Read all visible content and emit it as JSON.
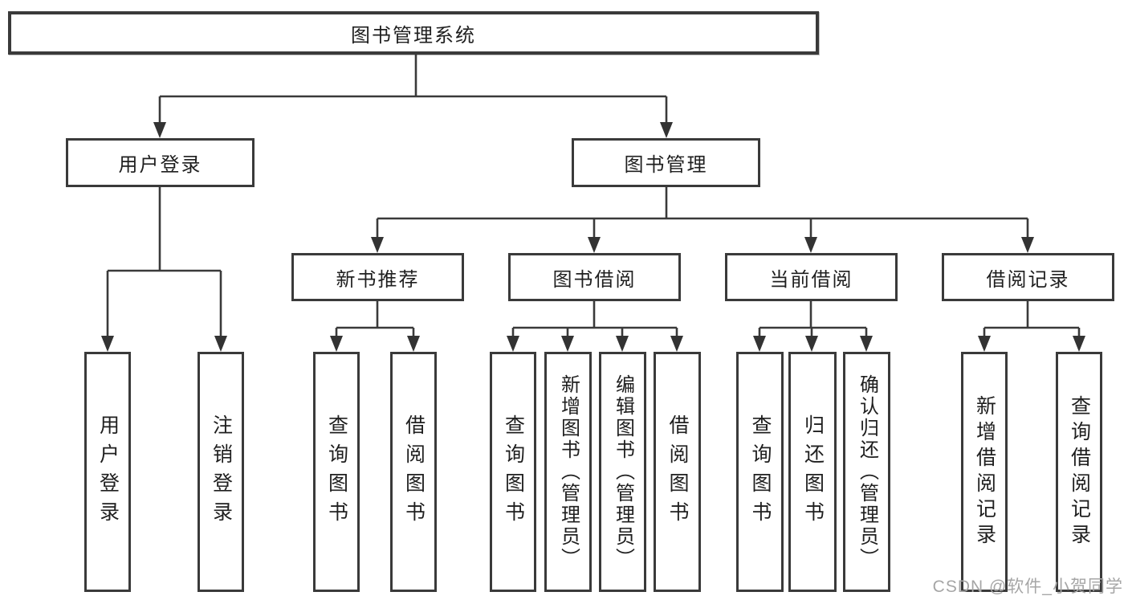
{
  "diagram": {
    "root": "图书管理系统",
    "user_login": {
      "label": "用户登录",
      "children": [
        "用户登录",
        "注销登录"
      ]
    },
    "book_management": {
      "label": "图书管理",
      "sections": [
        {
          "label": "新书推荐",
          "children": [
            "查询图书",
            "借阅图书"
          ]
        },
        {
          "label": "图书借阅",
          "children": [
            "查询图书",
            "新增图书（管理员）",
            "编辑图书（管理员）",
            "借阅图书"
          ]
        },
        {
          "label": "当前借阅",
          "children": [
            "查询图书",
            "归还图书",
            "确认归还（管理员）"
          ]
        },
        {
          "label": "借阅记录",
          "children": [
            "新增借阅记录",
            "查询借阅记录"
          ]
        }
      ]
    },
    "watermark": "CSDN @软件_小贺同学",
    "colors": {
      "line": "#3a3a3a",
      "text": "#1f1f1f",
      "watermark": "#a6a6a6",
      "background": "#ffffff"
    }
  }
}
